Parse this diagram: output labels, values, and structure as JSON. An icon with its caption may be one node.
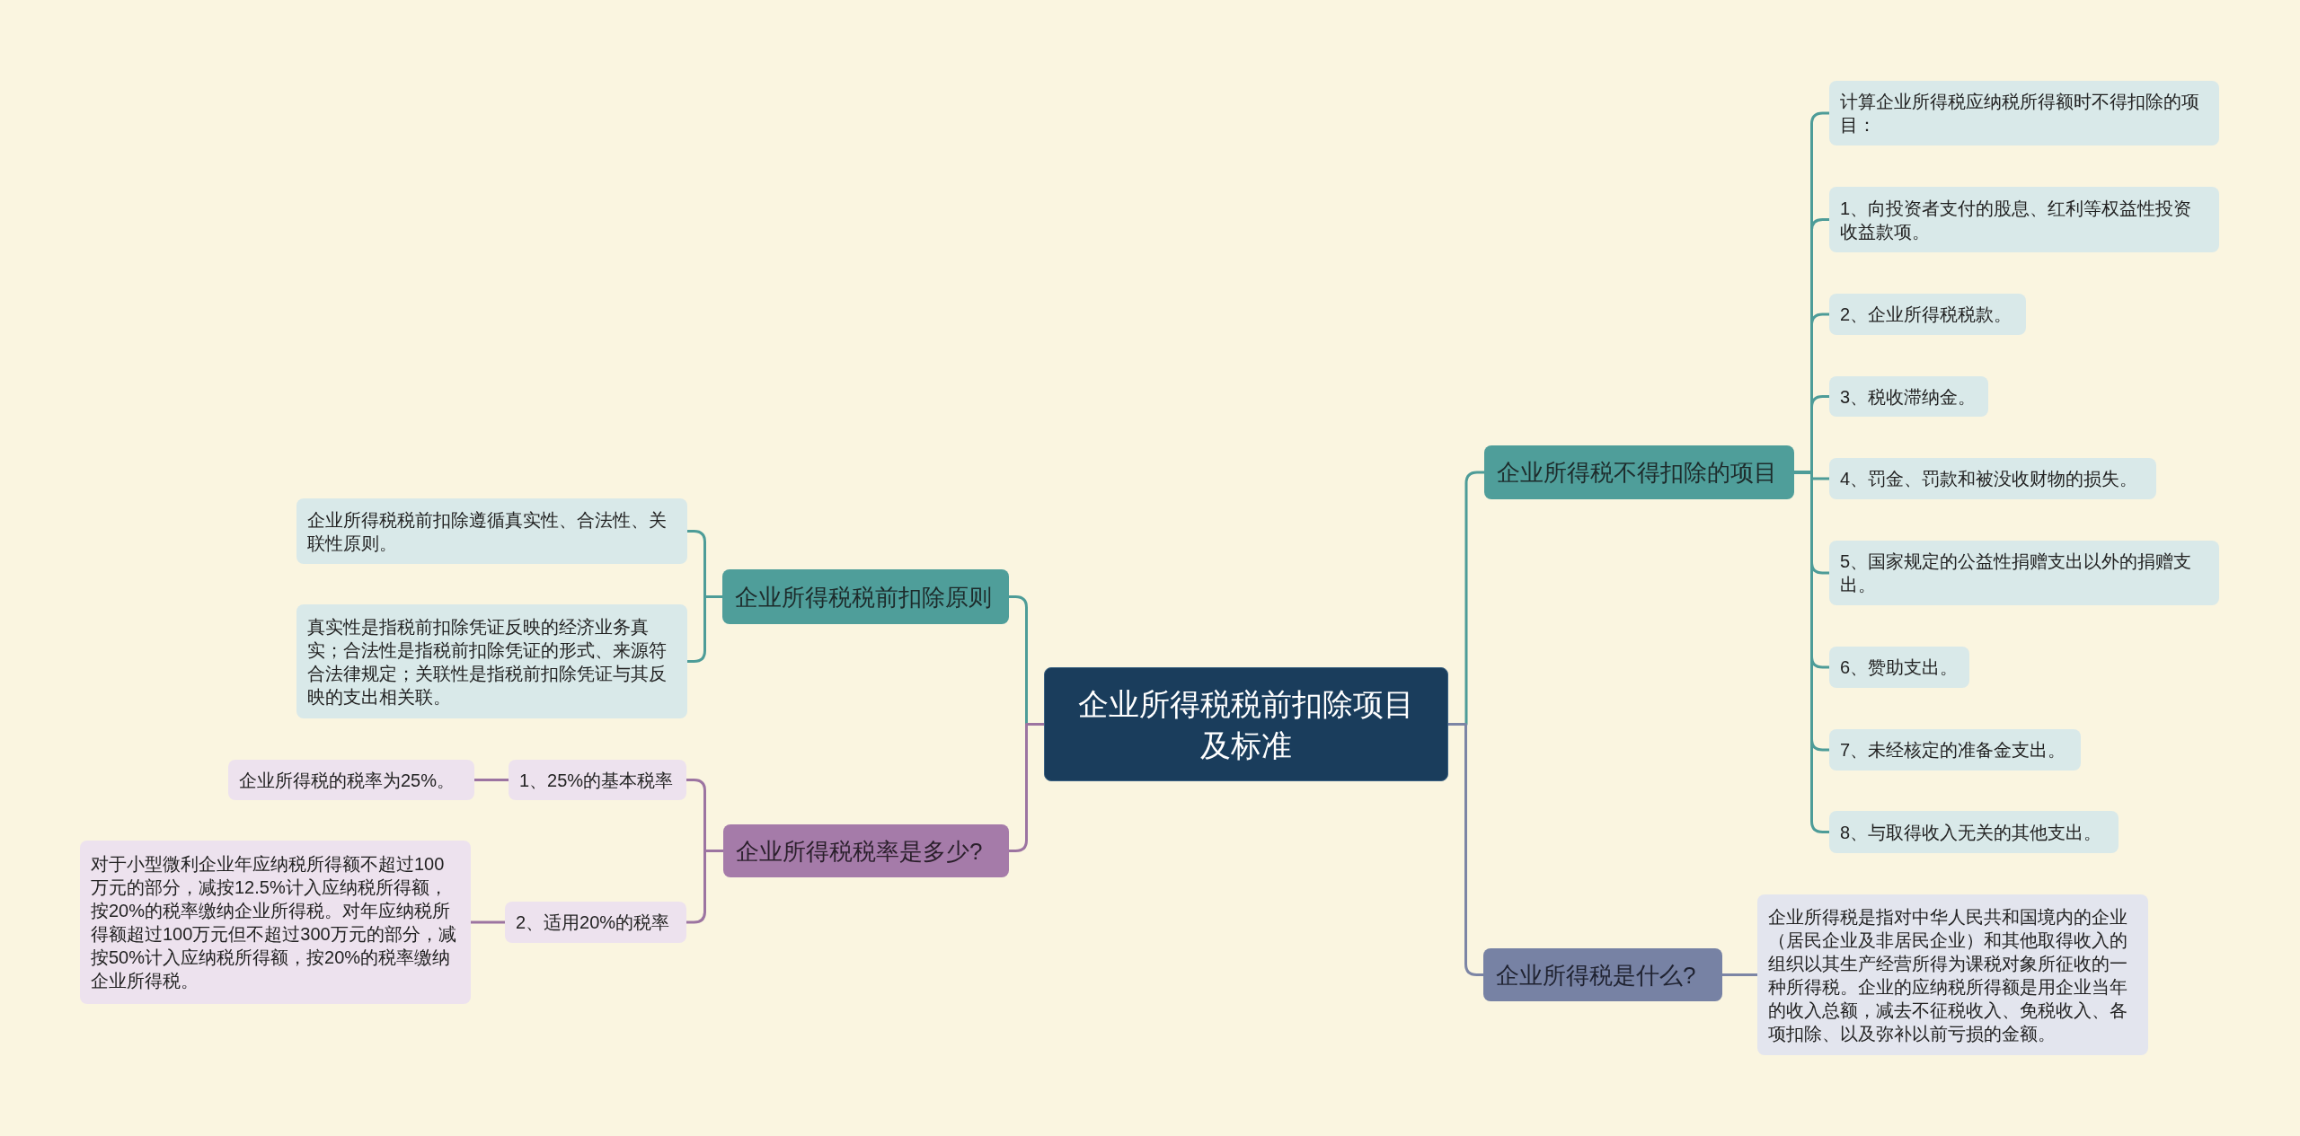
{
  "diagram": {
    "nodes": [
      {
        "text": [
          "企业所得税税前扣除项目及标准"
        ]
      },
      {
        "text": [
          "企业所得税税前扣除原则"
        ]
      },
      {
        "text": [
          "企业所得税税前扣除遵循真实性、合法性、关联性原则。"
        ]
      },
      {
        "text": [
          "真实性是指税前扣除凭证反映的经济业务真实；合法性是指税前扣除凭证的形式、来源符合法律规定；关联性是指税前扣除凭证与其反映的支出相关联。"
        ]
      },
      {
        "text": [
          "企业所得税税率是多少?"
        ]
      },
      {
        "text": [
          "1、25%的基本税率"
        ]
      },
      {
        "text": [
          "企业所得税的税率为25%。"
        ]
      },
      {
        "text": [
          "2、适用20%的税率"
        ]
      },
      {
        "text": [
          "对于小型微利企业年应纳税所得额不超过100万元的部分，减按12.5%计入应纳税所得额，按20%的税率缴纳企业所得税。对年应纳税所得额超过100万元但不超过300万元的部分，减按50%计入应纳税所得额，按20%的税率缴纳企业所得税。"
        ]
      },
      {
        "text": [
          "企业所得税不得扣除的项目"
        ]
      },
      {
        "text": [
          "计算企业所得税应纳税所得额时不得扣除的项目："
        ]
      },
      {
        "text": [
          "1、向投资者支付的股息、红利等权益性投资收益款项。"
        ]
      },
      {
        "text": [
          "2、企业所得税税款。"
        ]
      },
      {
        "text": [
          "3、税收滞纳金。"
        ]
      },
      {
        "text": [
          "4、罚金、罚款和被没收财物的损失。"
        ]
      },
      {
        "text": [
          "5、国家规定的公益性捐赠支出以外的捐赠支出。"
        ]
      },
      {
        "text": [
          "6、赞助支出。"
        ]
      },
      {
        "text": [
          "7、未经核定的准备金支出。"
        ]
      },
      {
        "text": [
          "8、与取得收入无关的其他支出。"
        ]
      },
      {
        "text": [
          "企业所得税是什么?"
        ]
      },
      {
        "text": [
          "企业所得税是指对中华人民共和国境内的企业（居民企业及非居民企业）和其他取得收入的组织以其生产经营所得为课税对象所征收的一种所得税。企业的应纳税所得额是用企业当年的收入总额，减去不征税收入、免税收入、各项扣除、以及弥补以前亏损的金额。"
        ]
      }
    ],
    "edges": [
      {
        "from": 0,
        "to": 1,
        "arrow": "none"
      },
      {
        "from": 1,
        "to": 2,
        "arrow": "none"
      },
      {
        "from": 1,
        "to": 3,
        "arrow": "none"
      },
      {
        "from": 0,
        "to": 4,
        "arrow": "none",
        "color": "#9c74a1"
      },
      {
        "from": 4,
        "to": 5,
        "arrow": "none",
        "color": "#9c74a1"
      },
      {
        "from": 5,
        "to": 6,
        "arrow": "none",
        "color": "#9c74a1"
      },
      {
        "from": 4,
        "to": 7,
        "arrow": "none",
        "color": "#9c74a1"
      },
      {
        "from": 7,
        "to": 8,
        "arrow": "none",
        "color": "#9c74a1"
      },
      {
        "from": 0,
        "to": 9,
        "arrow": "none"
      },
      {
        "from": 9,
        "to": 10,
        "arrow": "none"
      },
      {
        "from": 9,
        "to": 11,
        "arrow": "none"
      },
      {
        "from": 9,
        "to": 12,
        "arrow": "none"
      },
      {
        "from": 9,
        "to": 13,
        "arrow": "none"
      },
      {
        "from": 9,
        "to": 14,
        "arrow": "none"
      },
      {
        "from": 9,
        "to": 15,
        "arrow": "none"
      },
      {
        "from": 9,
        "to": 16,
        "arrow": "none"
      },
      {
        "from": 9,
        "to": 17,
        "arrow": "none"
      },
      {
        "from": 9,
        "to": 18,
        "arrow": "none"
      },
      {
        "from": 0,
        "to": 19,
        "arrow": "none",
        "color": "#7c85a5"
      },
      {
        "from": 19,
        "to": 20,
        "arrow": "none",
        "color": "#7c85a5"
      }
    ]
  }
}
